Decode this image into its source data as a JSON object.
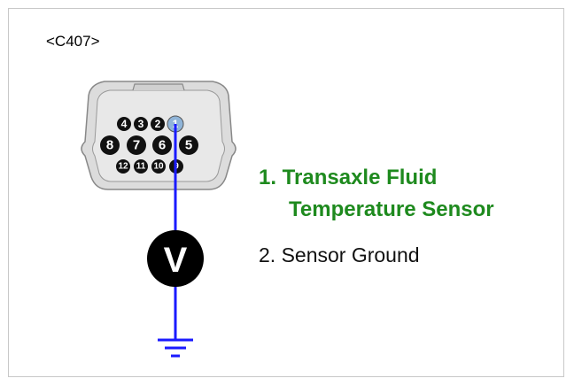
{
  "connector": {
    "name": "<C407>",
    "pins_top": [
      "4",
      "3",
      "2",
      "1"
    ],
    "pins_middle": [
      "8",
      "7",
      "6",
      "5"
    ],
    "pins_bottom": [
      "12",
      "11",
      "10",
      "9"
    ]
  },
  "meter": {
    "symbol": "V"
  },
  "legend": {
    "item1_line1": "1. Transaxle Fluid",
    "item1_line2": "Temperature Sensor",
    "item2": "2. Sensor Ground"
  },
  "colors": {
    "wire": "#1a1aff",
    "legend_highlight": "#1e8a1e",
    "pin_highlight": "#8fb4d8",
    "connector_fill": "#e6e6e6"
  },
  "icons": [
    "voltmeter-icon",
    "ground-icon"
  ]
}
